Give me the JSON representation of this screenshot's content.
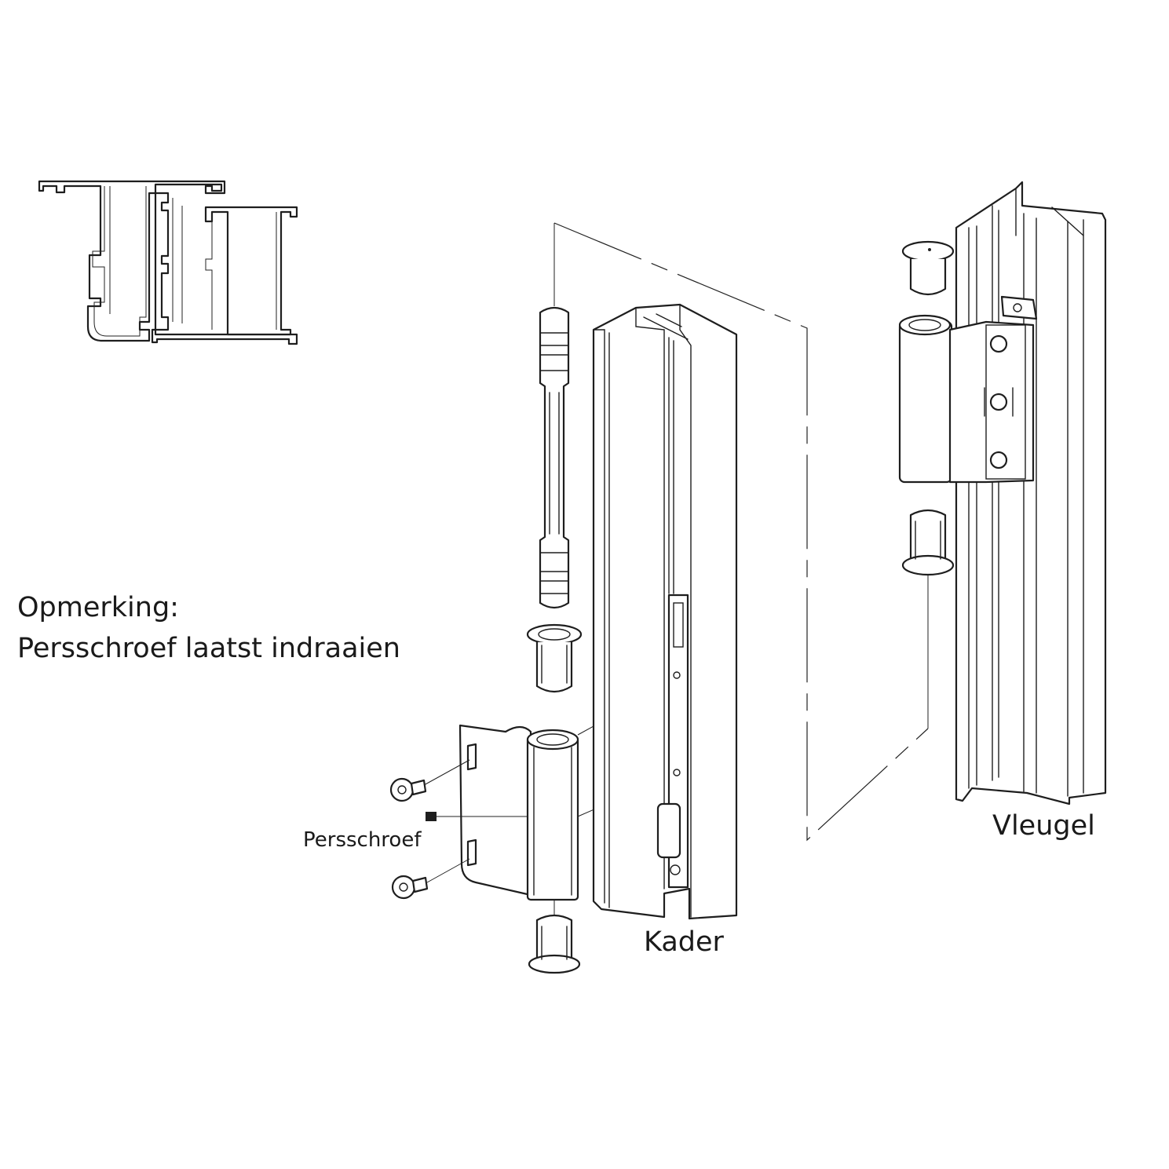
{
  "note": {
    "line1": "Opmerking:",
    "line2": "Persschroef laatst indraaien"
  },
  "labels": {
    "persschroef": "Persschroef",
    "kader": "Kader",
    "vleugel": "Vleugel"
  },
  "colors": {
    "line": "#1e1e1e",
    "background": "#ffffff"
  }
}
